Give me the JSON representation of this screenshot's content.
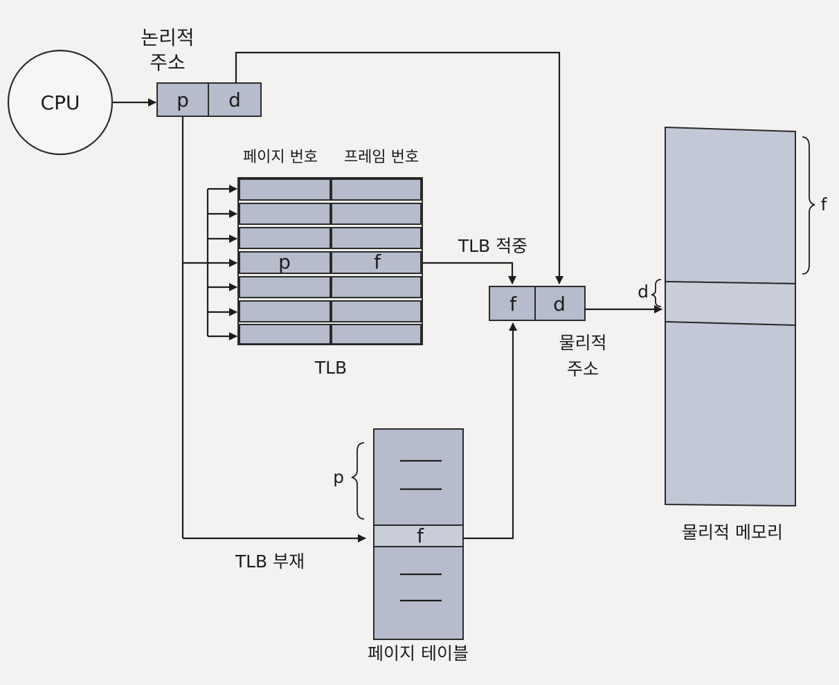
{
  "labels": {
    "cpu": "CPU",
    "logical_address_line1": "논리적",
    "logical_address_line2": "주소",
    "page_var": "p",
    "offset_var": "d",
    "frame_var": "f",
    "tlb_page_header": "페이지 번호",
    "tlb_frame_header": "프레임 번호",
    "tlb": "TLB",
    "tlb_hit": "TLB 적중",
    "tlb_miss": "TLB 부재",
    "physical_address_line1": "물리적",
    "physical_address_line2": "주소",
    "page_table": "페이지 테이블",
    "physical_memory": "물리적 메모리"
  }
}
